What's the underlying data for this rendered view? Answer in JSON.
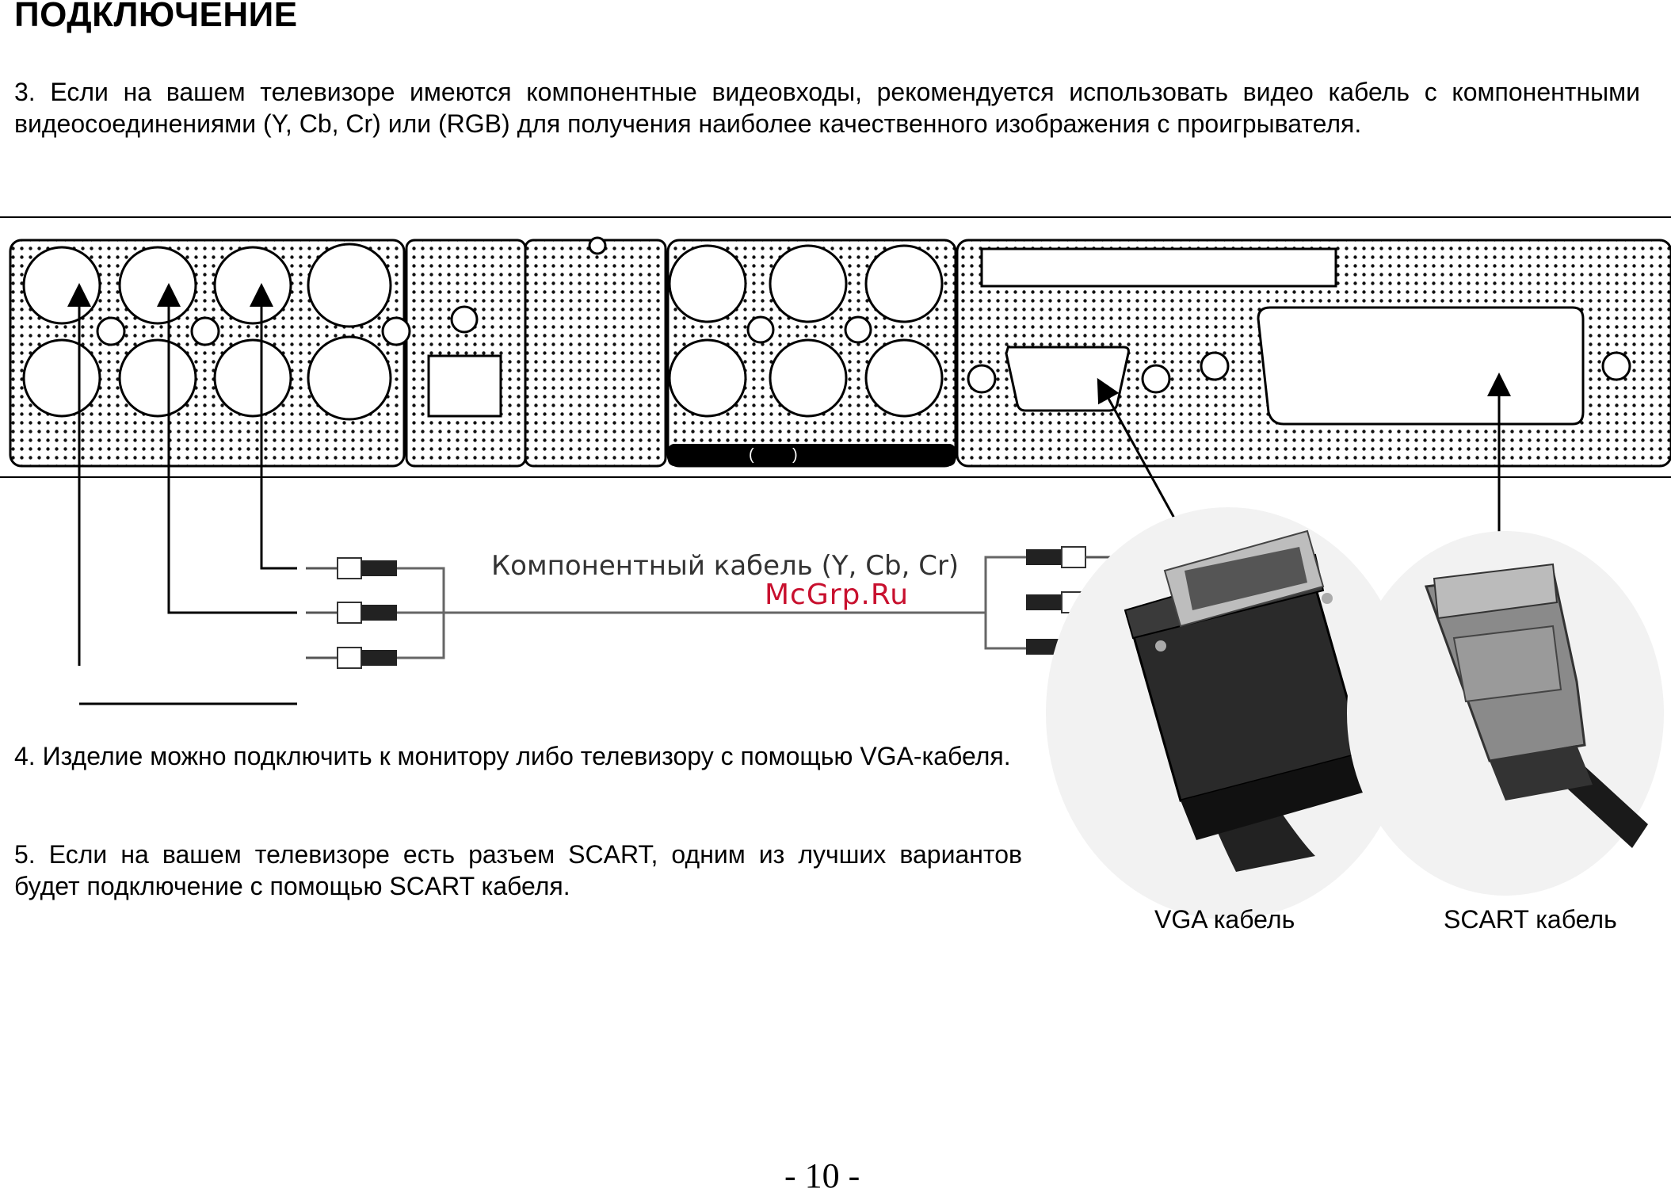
{
  "heading": "ПОДКЛЮЧЕНИЕ",
  "paragraph3": "3. Если на вашем телевизоре имеются компонентные видеовходы, рекомендуется использовать видео кабель с компонентными видеосоединениями (Y, Cb, Cr) или (RGB) для получения наиболее качественного изображения с проигрывателя.",
  "diagram": {
    "cable_label": "Компонентный кабель (Y, Cb, Cr)",
    "watermark": "McGrp.Ru"
  },
  "paragraph4": "4. Изделие можно подключить к монитору либо телевизору с помощью VGA-кабеля.",
  "paragraph5": "5. Если на вашем телевизоре есть разъем SCART, одним из лучших вариантов будет подключение с помощью SCART кабеля.",
  "vga_label": "VGA кабель",
  "scart_label": "SCART кабель",
  "page_number": "- 10 -"
}
